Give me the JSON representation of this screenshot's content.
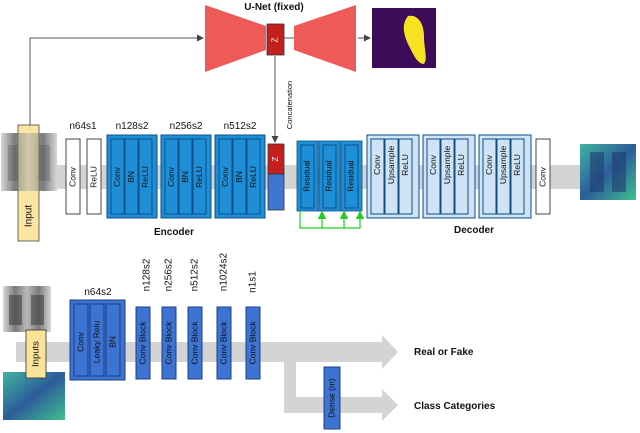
{
  "unet": {
    "title": "U-Net (fixed)",
    "bottleneck": "Z"
  },
  "concat_label": "Concatenation",
  "input_label": "Input",
  "gen": {
    "first_param": "n64s1",
    "conv": "Conv",
    "relu": "ReLU",
    "block_params": [
      "n128s2",
      "n256s2",
      "n512s2"
    ],
    "block_layers": [
      "Conv",
      "BN",
      "ReLU"
    ],
    "z": "Z",
    "residual": "Residual",
    "dec_layers": [
      "Conv",
      "Upsample",
      "ReLU"
    ],
    "out_conv": "Conv",
    "encoder_label": "Encoder",
    "decoder_label": "Decoder"
  },
  "disc": {
    "inputs_label": "Inputs",
    "first_param": "n64s2",
    "first_layers": [
      "Conv",
      "Leaky Relu",
      "BN"
    ],
    "block_params": [
      "n128s2",
      "n256s2",
      "n512s2",
      "n1024s2",
      "n1s1"
    ],
    "block_label": "Conv Block",
    "dense_label": "Dense (m)",
    "output_real_fake": "Real or Fake",
    "output_classes": "Class Categories"
  },
  "colors": {
    "unet_red": "#ee5a57",
    "z_red": "#c41f1f",
    "enc_blue": "#1e8fd6",
    "enc_edge": "#0d4f86",
    "dec_light": "#cfe3f5",
    "disc_blue": "#3d73d3",
    "residual_green": "#22cc22",
    "input_yellow": "#fbe39a",
    "arrow_gray": "#cfcfcf"
  }
}
